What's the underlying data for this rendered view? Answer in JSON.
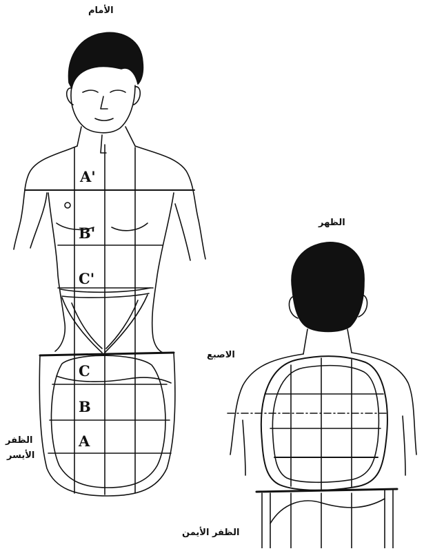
{
  "labels": {
    "front": "الأمام",
    "back": "الظهر",
    "finger": "الاصبع",
    "left_nail": "الظفر",
    "left_nail_2": "الأيسر",
    "right_nail": "الظفر الأيمن"
  },
  "grid_labels": {
    "a_prime": "A'",
    "b_prime": "B'",
    "c_prime": "C'",
    "c": "C",
    "b": "B",
    "a": "A"
  },
  "colors": {
    "ink": "#111111",
    "paper": "#ffffff"
  }
}
